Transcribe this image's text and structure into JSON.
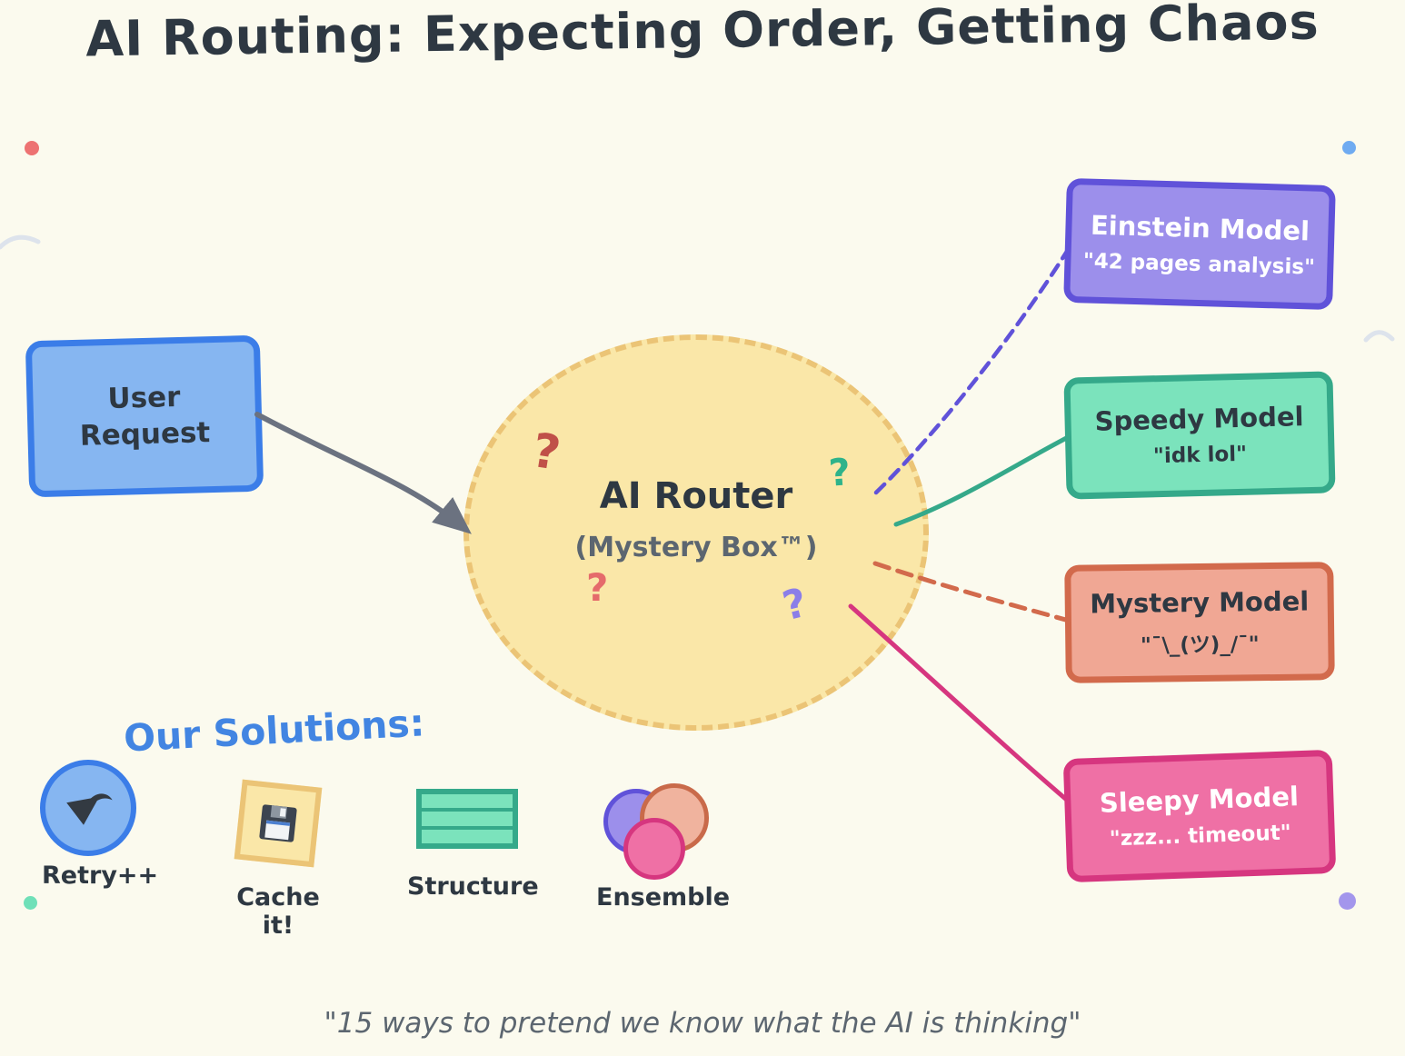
{
  "palette": {
    "bg": "#FBFAEE",
    "ink": "#2E3842",
    "gray-text": "#5C6670",
    "blue-fill": "#86B6F1",
    "blue-border": "#3B7DE8",
    "yellow-fill": "#FAE7A8",
    "yellow-border": "#EBC476",
    "green-fill": "#7BE3BC",
    "green-border": "#35A98A",
    "purple-fill": "#9C8FEB",
    "purple-border": "#6052D9",
    "salmon-fill": "#F0B39E",
    "salmon-border": "#C96A4A",
    "pink-fill": "#EF70A5",
    "pink-border": "#D6367F",
    "heading-blue": "#4285E2",
    "arrow-gray": "#6B7280",
    "qm-red": "#C05048",
    "qm-green": "#2EB38A",
    "qm-pink": "#E56B6B",
    "qm-purple": "#8B7EE8",
    "dot-red": "#ED7272",
    "dot-blue": "#6FABF1",
    "dot-green": "#6FE0B8",
    "dot-purple": "#A396EC",
    "faint": "#DDE3EC",
    "glyph-dark": "#333A42"
  },
  "title": "AI Routing: Expecting Order, Getting Chaos",
  "user_request": {
    "label": "User Request"
  },
  "router": {
    "title": "AI Router",
    "subtitle": "(Mystery Box™)",
    "qmark": "?"
  },
  "models": [
    {
      "name": "Einstein Model",
      "quote": "\"42 pages analysis\"",
      "fill": "#9C8FEB",
      "border": "#6052D9",
      "text": "#FFFFFF",
      "connector": "dashed"
    },
    {
      "name": "Speedy Model",
      "quote": "\"idk lol\"",
      "fill": "#7BE3BC",
      "border": "#35A98A",
      "text": "#2E3842",
      "connector": "solid"
    },
    {
      "name": "Mystery Model",
      "quote": "\"¯\\_(ツ)_/¯\"",
      "fill": "#F0A794",
      "border": "#D26A4C",
      "text": "#2E3842",
      "connector": "dashed"
    },
    {
      "name": "Sleepy Model",
      "quote": "\"zzz... timeout\"",
      "fill": "#EF70A5",
      "border": "#D6367F",
      "text": "#FFFFFF",
      "connector": "solid"
    }
  ],
  "solutions": {
    "heading": "Our Solutions:",
    "items": [
      {
        "label": "Retry++",
        "icon": "retry-refresh-icon"
      },
      {
        "label": "Cache it!",
        "icon": "floppy-disk-icon"
      },
      {
        "label": "Structure",
        "icon": "table-rows-icon"
      },
      {
        "label": "Ensemble",
        "icon": "overlapping-circles-icon"
      }
    ]
  },
  "footer": "\"15 ways to pretend we know what the AI is thinking\""
}
